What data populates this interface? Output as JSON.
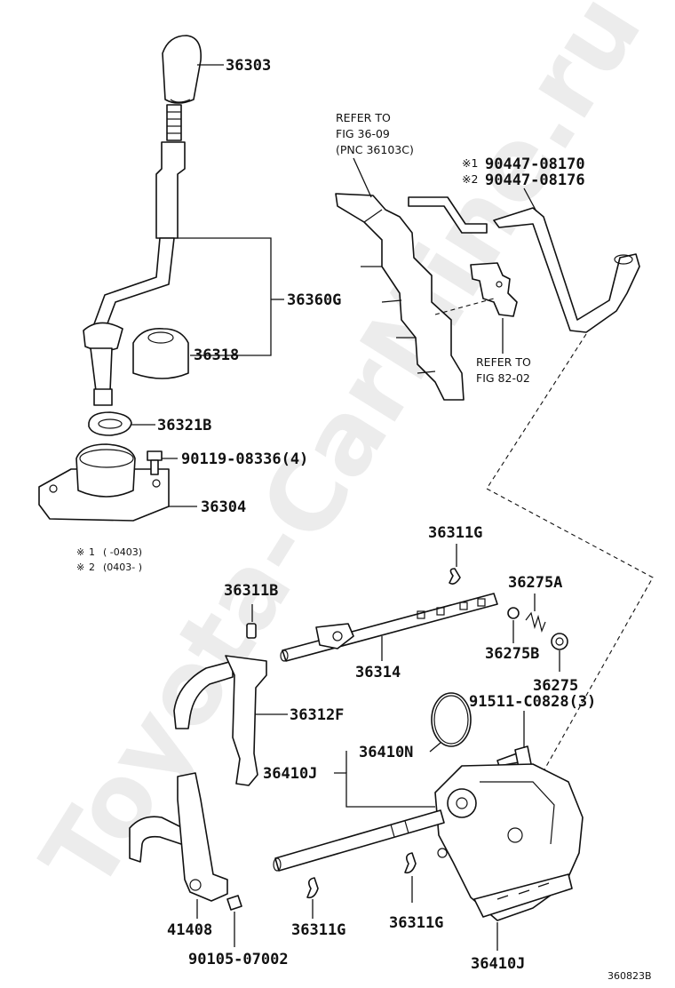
{
  "watermark": "Toyota-CarMine.ru",
  "figure_code": "360823B",
  "refs": {
    "fig3609_line1": "REFER TO",
    "fig3609_line2": "FIG 36-09",
    "fig3609_line3": "(PNC 36103C)",
    "fig8202_line1": "REFER TO",
    "fig8202_line2": "FIG 82-02"
  },
  "notes": {
    "mark": "※",
    "note1_num": "1",
    "note1_range": "(        -0403)",
    "note2_num": "2",
    "note2_range": "(0403-        )"
  },
  "parts": {
    "p36303": "36303",
    "p36360G": "36360G",
    "p36318": "36318",
    "p36321B": "36321B",
    "p90119": "90119-08336(4)",
    "p36304": "36304",
    "p90447_1_mark": "※1",
    "p90447_1": "90447-08170",
    "p90447_2_mark": "※2",
    "p90447_2": "90447-08176",
    "p36311G_top": "36311G",
    "p36275A": "36275A",
    "p36311B": "36311B",
    "p36275B": "36275B",
    "p36314": "36314",
    "p36275": "36275",
    "p91511": "91511-C0828(3)",
    "p36312F": "36312F",
    "p36410N": "36410N",
    "p36410J_mid": "36410J",
    "p41408": "41408",
    "p36311G_left": "36311G",
    "p36311G_right": "36311G",
    "p90105": "90105-07002",
    "p36410J_bottom": "36410J"
  }
}
